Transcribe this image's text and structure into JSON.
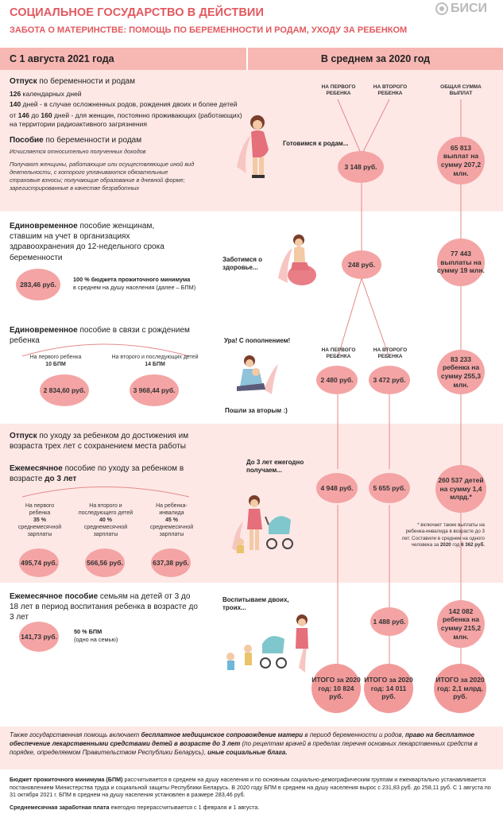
{
  "header": {
    "title": "СОЦИАЛЬНОЕ ГОСУДАРСТВО В ДЕЙСТВИИ",
    "subtitle": "ЗАБОТА О МАТЕРИНСТВЕ: ПОМОЩЬ ПО БЕРЕМЕННОСТИ И РОДАМ, УХОДУ ЗА РЕБЕНКОМ",
    "logo": "БИСИ"
  },
  "columns": {
    "left": "С 1 августа 2021 года",
    "right": "В среднем за 2020 год",
    "first_child": "НА ПЕРВОГО РЕБЕНКА",
    "second_child": "НА ВТОРОГО РЕБЕНКА",
    "total_sum": "ОБЩАЯ СУММА ВЫПЛАТ"
  },
  "section1": {
    "leave_bold": "Отпуск",
    "leave_rest": " по беременности и родам",
    "days126_bold": "126",
    "days126_rest": " календарных дней",
    "days140_bold": "140",
    "days140_rest": " дней - в случае осложненных родов, рождения двоих и более детей",
    "days146_pre": "от ",
    "days146_b1": "146",
    "days146_mid": " до ",
    "days146_b2": "160",
    "days146_rest": " дней - для женщин, постоянно проживающих (работающих) на территории радиоактивного загрязнения",
    "benefit_bold": "Пособие",
    "benefit_rest": " по беременности и родам",
    "note1": "Исчисляется относительно полученных доходов",
    "note2": "Получают женщины, работающие или осуществляющие иной вид деятельности, с которого уплачиваются обязательные страховые взносы; получающие образование в дневной форме; зарегистрированные в качестве безработных",
    "phrase": "Готовимся к родам...",
    "first_value": "3 148 руб.",
    "total_value": "65 813 выплат на сумму 207,2 млн."
  },
  "section2": {
    "title_bold": "Единовременное",
    "title_rest": " пособие женщинам, ставшим на учет в организациях здравоохранения до 12-недельного срока беременности",
    "amount": "283,46 руб.",
    "note_bold": "100 % бюджета прожиточного минимума",
    "note_rest": "в среднем на душу населения (далее – БПМ)",
    "phrase": "Заботимся о здоровье...",
    "value": "248 руб.",
    "total_value": "77 443 выплаты на сумму 19 млн."
  },
  "section3": {
    "title_bold": "Единовременное",
    "title_rest": " пособие в связи с рождением ребенка",
    "first_label": "На первого ребенка",
    "first_bpm": "10 БПМ",
    "second_label": "На второго и последующих детей",
    "second_bpm": "14 БПМ",
    "first_amount": "2 834,60 руб.",
    "second_amount": "3 968,44 руб.",
    "phrase1": "Ура! С пополнением!",
    "phrase2": "Пошли за вторым :)",
    "col_first": "НА ПЕРВОГО РЕБЕНКА",
    "col_second": "НА ВТОРОГО РЕБЕНКА",
    "first_value": "2 480 руб.",
    "second_value": "3 472 руб.",
    "total_value": "83 233 ребенка на сумму 255,3 млн."
  },
  "section4": {
    "leave_bold": "Отпуск",
    "leave_rest": " по уходу за ребенком до достижения им возраста трех лет с сохранением места работы",
    "monthly_bold": "Ежемесячное",
    "monthly_rest": " пособие по уходу за ребенком в возрасте ",
    "monthly_age": "до 3 лет",
    "first_label": "На первого ребенка",
    "first_pct": "35 %",
    "first_salary": "среднемесячной зарплаты",
    "second_label": "На второго и последующего детей",
    "second_pct": "40 %",
    "second_salary": "среднемесячной зарплаты",
    "disabled_label": "На ребенка-инвалида",
    "disabled_pct": "45 %",
    "disabled_salary": "среднемесячной зарплаты",
    "first_amount": "495,74 руб.",
    "second_amount": "566,56 руб.",
    "disabled_amount": "637,38 руб.",
    "phrase": "До 3 лет ежегодно получаем...",
    "first_value": "4 948 руб.",
    "second_value": "5 655 руб.",
    "total_value": "260 537 детей на сумму 1,4 млрд.*",
    "footnote_pre": "* включает также выплаты на ребенка-инвалида в возрасте до 3 лет. Составили в среднем на одного человека за ",
    "footnote_year": "2020",
    "footnote_mid": " год ",
    "footnote_value": "6 362 руб."
  },
  "section5": {
    "title_bold": "Ежемесячное пособие",
    "title_rest": " семьям на детей от 3 до 18 лет в период воспитания ребенка в возрасте до 3 лет",
    "amount": "141,73 руб.",
    "bpm_bold": "50 % БПМ",
    "bpm_rest": "(одно на семью)",
    "phrase": "Воспитываем двоих, троих...",
    "second_value": "1 488 руб.",
    "total_value": "142 082 ребенка на сумму 215,2 млн.",
    "itogo1": "ИТОГО за 2020 год: 10 824 руб.",
    "itogo2": "ИТОГО за 2020 год: 14 011 руб.",
    "itogo3": "ИТОГО за 2020 год: 2,1 млрд. руб."
  },
  "footer": {
    "extra_pre": "Также государственная помощь включает ",
    "extra_b1": "бесплатное медицинское сопровождение матери",
    "extra_mid1": " в период беременности и родов, ",
    "extra_b2": "право на бесплатное обеспечение лекарственными средствами детей в возрасте до 3 лет",
    "extra_mid2": " (по рецептам врачей в пределах перечня основных лекарственных средств в порядке, определяемом Правительством Республики Беларусь), ",
    "extra_b3": "иные социальные блага.",
    "bpm_bold": "Бюджет прожиточного минимума (БПМ)",
    "bpm_rest": " рассчитывается в среднем на душу населения и по основным социально-демографическим группам и ежеквартально устанавливается постановлением Министерства труда и социальной защиты Республики Беларусь. В 2020 году БПМ в среднем на душу населения вырос с 231,83 руб. до 258,11 руб. С 1 августа по 31 октября 2021 г. БПМ в среднем на душу населения установлен в размере 283,46 руб.",
    "salary_bold": "Среднемесячная заработная плата",
    "salary_rest": " ежегодно перерассчитывается с 1 февраля и 1 августа."
  },
  "colors": {
    "accent": "#e2595f",
    "band": "#fde8e6",
    "circle": "#f4a4a4",
    "header": "#f7b7b3"
  },
  "icons": [
    "bisi-logo-icon",
    "pregnant-woman-illustration",
    "woman-yoga-ball-illustration",
    "mother-baby-illustration",
    "mother-pram-illustration",
    "family-children-illustration"
  ]
}
